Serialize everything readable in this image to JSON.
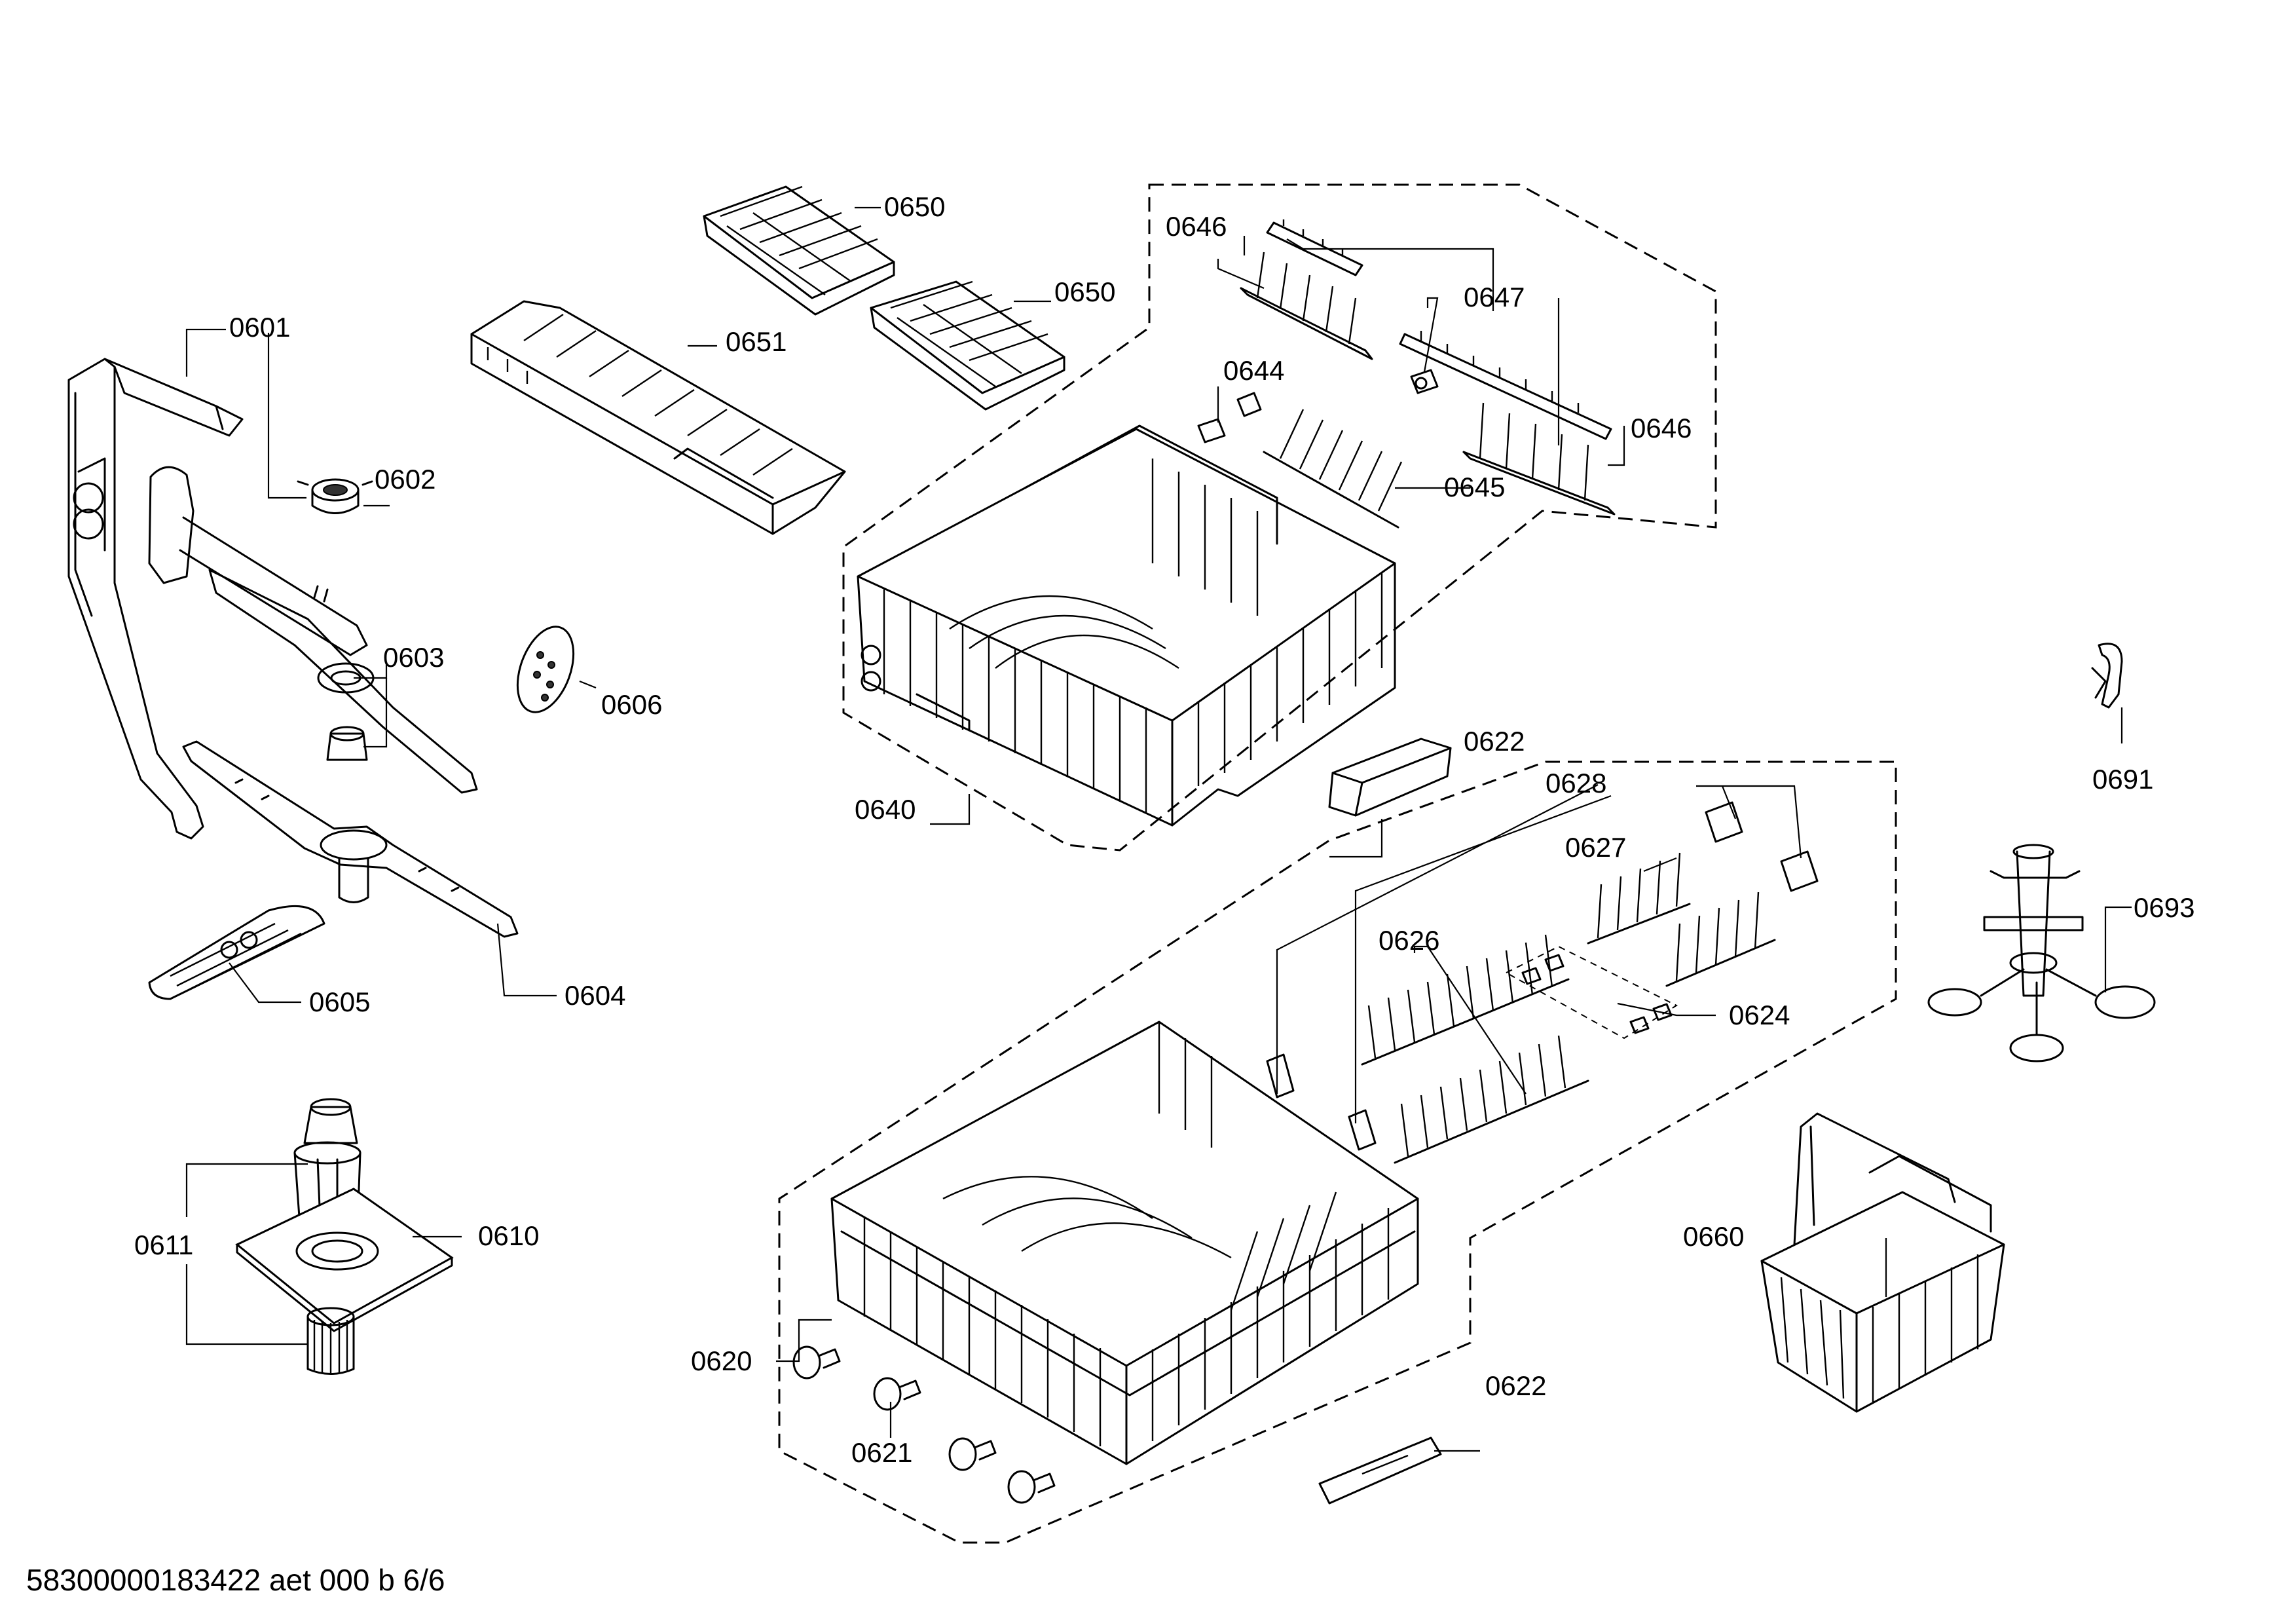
{
  "callouts": {
    "c0601": "0601",
    "c0602": "0602",
    "c0603": "0603",
    "c0604": "0604",
    "c0605": "0605",
    "c0606": "0606",
    "c0610": "0610",
    "c0611": "0611",
    "c0620": "0620",
    "c0621": "0621",
    "c0622a": "0622",
    "c0622b": "0622",
    "c0624": "0624",
    "c0626": "0626",
    "c0627": "0627",
    "c0628": "0628",
    "c0640": "0640",
    "c0644": "0644",
    "c0645": "0645",
    "c0646a": "0646",
    "c0646b": "0646",
    "c0647": "0647",
    "c0650a": "0650",
    "c0650b": "0650",
    "c0651": "0651",
    "c0660": "0660",
    "c0691": "0691",
    "c0693": "0693"
  },
  "footer": {
    "code": "58300000183422 aet 000 b 6/6"
  }
}
